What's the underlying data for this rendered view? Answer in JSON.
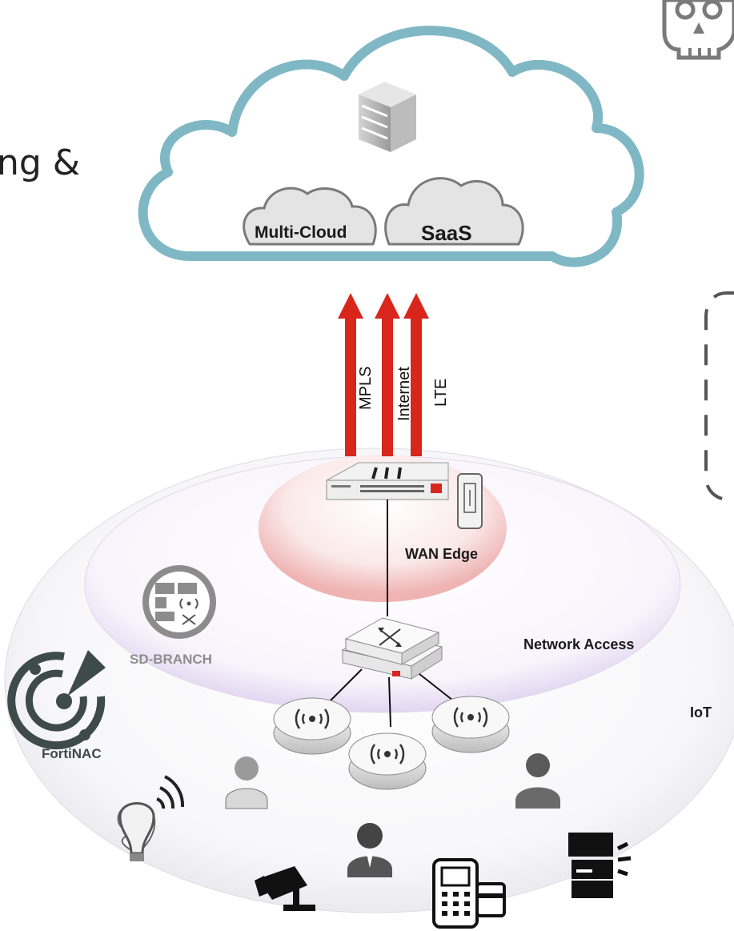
{
  "title_partial": "ng &",
  "cloud": {
    "multi_cloud": "Multi-Cloud",
    "saas": "SaaS"
  },
  "links": {
    "mpls": "MPLS",
    "internet": "Internet",
    "lte": "LTE"
  },
  "zones": {
    "wan_edge": "WAN Edge",
    "network_access": "Network Access",
    "iot": "IoT"
  },
  "badges": {
    "sd_branch": "SD-BRANCH",
    "fortinac": "FortiNAC"
  },
  "colors": {
    "cloud_outline": "#7fb8c4",
    "arrow_red": "#d9261c",
    "wan_glow": "#f3b8b8",
    "access_glow": "#e7dcf3",
    "badge_gray": "#8c8c8c",
    "fortinac_dark": "#3f4a4a"
  }
}
